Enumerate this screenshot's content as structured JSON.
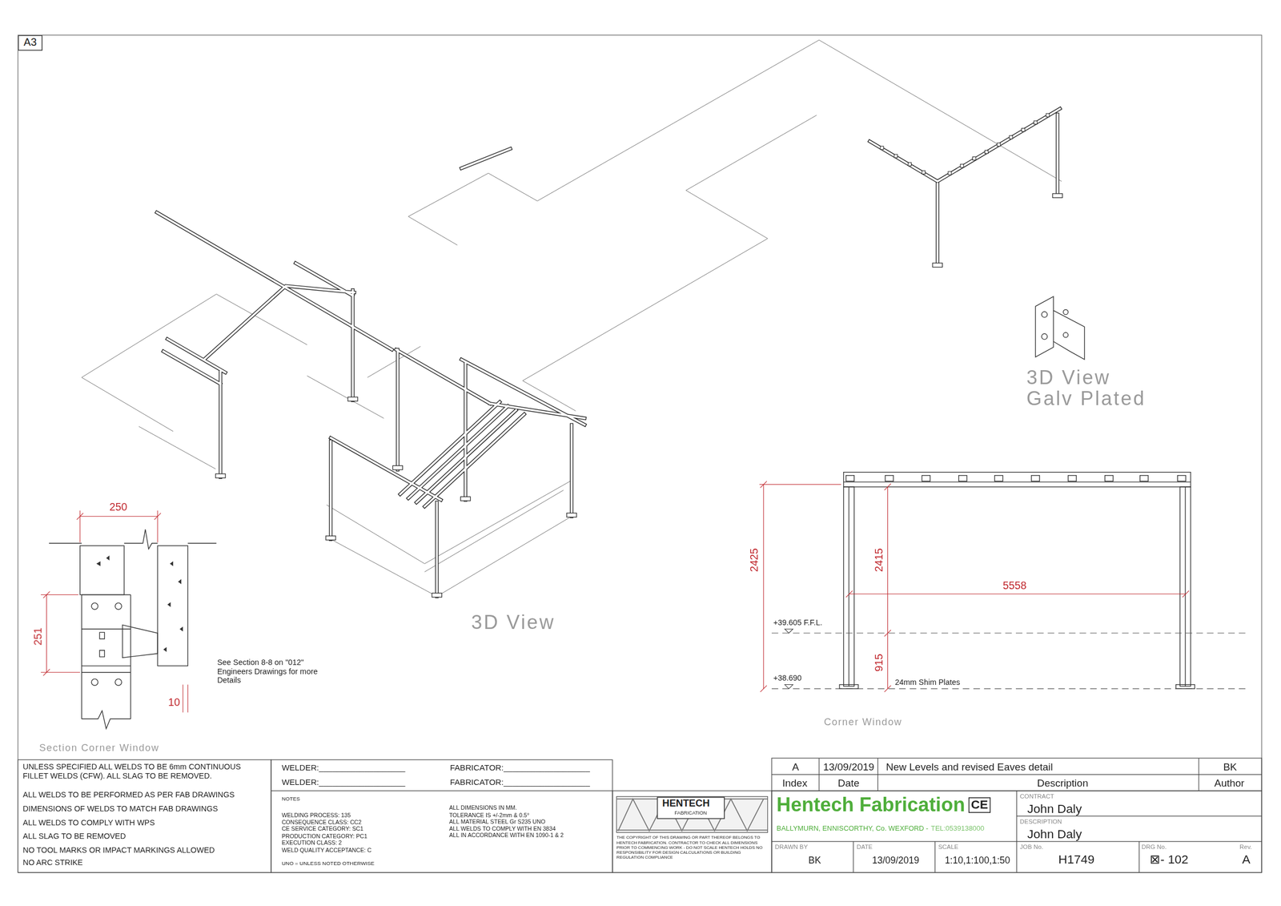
{
  "diagram": {
    "nodes": [
      {
        "text": [
          "A3"
        ]
      }
    ],
    "labels": [
      "3D View",
      "3D View",
      "Galv Plated",
      "250",
      "251",
      "10",
      "See Section 8-8 on \"012\" Engineers Drawings for more Details",
      "Section Corner Window",
      "2425",
      "2415",
      "5558",
      "915",
      "+39.605 F.F.L.",
      "+38.690",
      "24mm Shim Plates",
      "Corner Window",
      "UNLESS SPECIFIED ALL WELDS TO BE 6mm CONTINUOUS FILLET WELDS (CFW). ALL SLAG TO BE REMOVED.",
      "ALL WELDS TO BE PERFORMED AS PER FAB DRAWINGS",
      "DIMENSIONS OF WELDS TO MATCH FAB DRAWINGS",
      "ALL WELDS TO COMPLY WITH WPS",
      "ALL SLAG TO BE REMOVED",
      "NO TOOL MARKS OR IMPACT MARKINGS ALLOWED",
      "NO ARC STRIKE",
      "WELDER:___________________",
      "FABRICATOR:___________________",
      "WELDER:___________________",
      "FABRICATOR:___________________",
      "NOTES",
      "WELDING PROCESS: 135",
      "CONSEQUENCE CLASS: CC2",
      "CE SERVICE CATEGORY: SC1",
      "PRODUCTION CATEGORY: PC1",
      "EXECUTION CLASS: 2",
      "WELD QUALITY ACCEPTANCE: C",
      "UNO = UNLESS NOTED OTHERWISE",
      "ALL DIMENSIONS IN MM.",
      "TOLERANCE IS +/-2mm & 0.5°",
      "ALL MATERIAL STEEL Gr S235 UNO",
      "ALL WELDS TO COMPLY WITH EN 3834",
      "ALL IN ACCORDANCE WITH EN 1090-1 & 2",
      "HENTECH",
      "FABRICATION",
      "THE COPYRIGHT OF THIS DRAWING OR PART THEREOF BELONGS TO HENTECH FABRICATION. CONTRACTOR TO CHECK ALL DIMENSIONS PRIOR TO COMMENCING WORK - DO NOT SCALE HENTECH HOLDS NO RESPONSIBILITY FOR DESIGN CALCULATIONS OR BUILDING REGULATION COMPLIANCE",
      "A",
      "13/09/2019",
      "New Levels and revised Eaves detail",
      "BK",
      "Index",
      "Date",
      "Description",
      "Author",
      "Hentech Fabrication",
      "CE",
      "BALLYMURN, ENNISCORTHY, Co. WEXFORD -",
      "TEL:0539138000",
      "CONTRACT",
      "John Daly",
      "DESCRIPTION",
      "John Daly",
      "DRAWN BY",
      "BK",
      "DATE",
      "13/09/2019",
      "SCALE",
      "1:10,1:100,1:50",
      "JOB No.",
      "H1749",
      "DRG No.",
      "⊠- 102",
      "Rev.",
      "A"
    ]
  }
}
